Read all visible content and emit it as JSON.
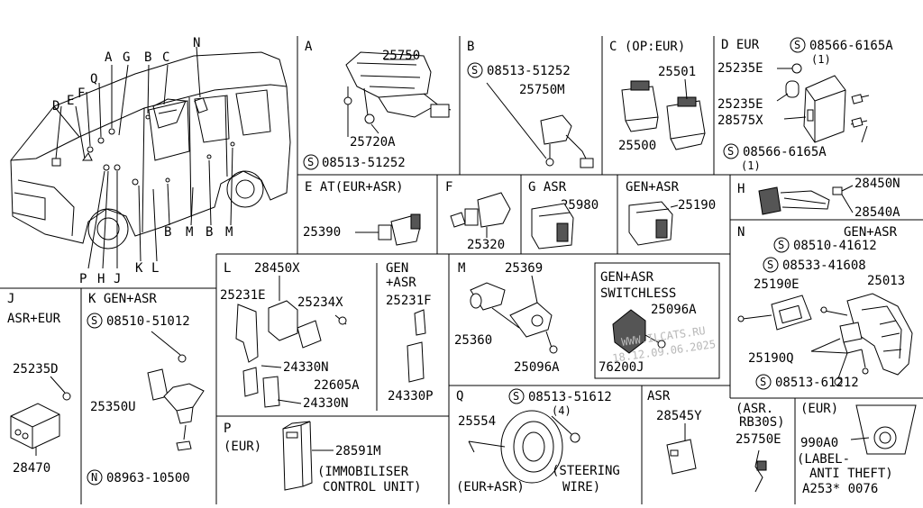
{
  "car": {
    "letters": [
      "D",
      "E",
      "F",
      "Q",
      "A",
      "G",
      "B",
      "C",
      "N",
      "P",
      "H",
      "J",
      "K",
      "L",
      "B",
      "M",
      "B",
      "M"
    ]
  },
  "panels": {
    "A": {
      "title": "A",
      "parts": [
        "25750",
        "25720A"
      ],
      "spec": "08513-51252",
      "spec_mark": "S"
    },
    "B": {
      "title": "B",
      "spec": "08513-51252",
      "spec_mark": "S",
      "parts": [
        "25750M"
      ]
    },
    "C": {
      "title": "C (OP:EUR)",
      "parts": [
        "25501",
        "25500"
      ]
    },
    "D": {
      "title": "D EUR",
      "spec1": "08566-6165A",
      "spec1_qty": "(1)",
      "spec2": "08566-6165A",
      "spec2_qty": "(1)",
      "spec_mark": "S",
      "parts": [
        "25235E",
        "25235E",
        "28575X"
      ]
    },
    "E": {
      "title": "E AT(EUR+ASR)",
      "parts": [
        "25390"
      ]
    },
    "F": {
      "title": "F",
      "parts": [
        "25320"
      ]
    },
    "G": {
      "title": "G ASR",
      "parts": [
        "25980"
      ],
      "title2": "GEN+ASR",
      "parts2": [
        "25190"
      ]
    },
    "H": {
      "title": "H",
      "parts": [
        "28450N",
        "28540A"
      ]
    },
    "J": {
      "title": "J",
      "sub": "ASR+EUR",
      "parts": [
        "25235D",
        "28470"
      ]
    },
    "K": {
      "title": "K GEN+ASR",
      "spec": "08510-51012",
      "spec_mark": "S",
      "parts": [
        "25350U"
      ],
      "spec2": "08963-10500",
      "spec2_mark": "N"
    },
    "L": {
      "title": "L",
      "parts": [
        "28450X",
        "25231E",
        "25234X",
        "22605A",
        "24330N",
        "24330N"
      ],
      "title2": "GEN",
      "title3": "+ASR",
      "parts2": [
        "25231F",
        "24330P"
      ]
    },
    "M": {
      "title": "M",
      "parts": [
        "25369",
        "25360",
        "25096A"
      ],
      "box1": "GEN+ASR",
      "box2": "SWITCHLESS",
      "box_parts": [
        "25096A",
        "76200J"
      ]
    },
    "N": {
      "title": "N",
      "title2": "GEN+ASR",
      "spec1": "08510-41612",
      "spec2": "08533-41608",
      "spec3": "08513-61212",
      "spec_mark": "S",
      "parts": [
        "25013",
        "25190E",
        "25190Q"
      ]
    },
    "P": {
      "title": "P",
      "sub": "(EUR)",
      "parts": [
        "28591M"
      ],
      "caption1": "(IMMOBILISER",
      "caption2": "CONTROL UNIT)"
    },
    "Q": {
      "title": "Q",
      "spec": "08513-51612",
      "spec_mark": "S",
      "spec_qty": "(4)",
      "parts": [
        "25554"
      ],
      "caption": "(EUR+ASR)",
      "caption2": "(STEERING",
      "caption3": "WIRE)"
    },
    "ASR": {
      "title": "ASR",
      "parts": [
        "28545Y"
      ]
    },
    "RB": {
      "title1": "(ASR.",
      "title2": "RB30S)",
      "parts": [
        "25750E"
      ]
    },
    "EUR": {
      "title": "(EUR)",
      "parts": [
        "990A0"
      ],
      "caption1": "(LABEL-",
      "caption2": "ANTI THEFT)"
    }
  },
  "watermark": {
    "line1": "WWW.ILCATS.RU",
    "line2": "18.12.09.06.2025"
  },
  "footer": {
    "code": "A253* 0076"
  }
}
